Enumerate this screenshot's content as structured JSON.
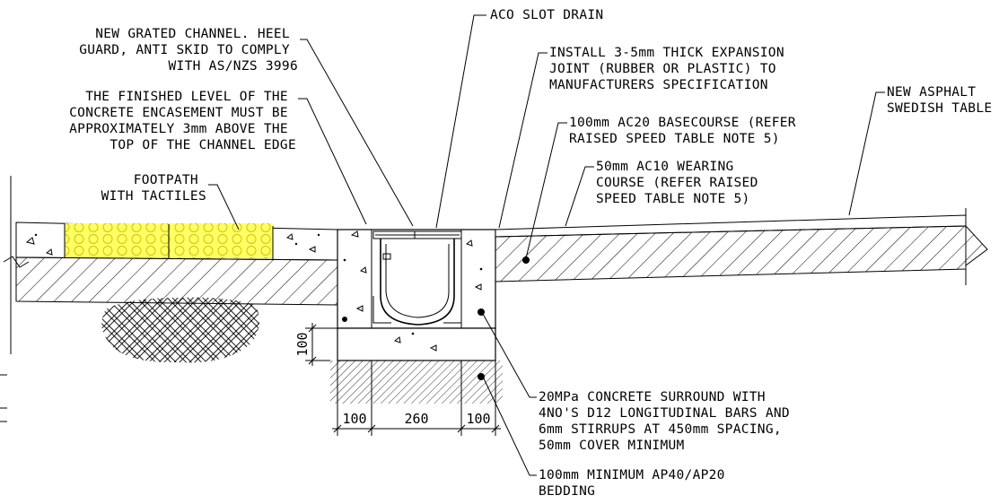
{
  "labels": {
    "grated_channel": [
      "NEW GRATED CHANNEL. HEEL",
      "GUARD, ANTI SKID TO COMPLY",
      "WITH AS/NZS 3996"
    ],
    "finished_level": [
      "THE FINISHED LEVEL OF THE",
      "CONCRETE ENCASEMENT MUST BE",
      "APPROXIMATELY 3mm ABOVE THE",
      "TOP OF THE CHANNEL EDGE"
    ],
    "footpath": [
      "FOOTPATH",
      "WITH TACTILES"
    ],
    "aco_slot_drain": [
      "ACO SLOT DRAIN"
    ],
    "expansion_joint": [
      "INSTALL 3-5mm THICK EXPANSION",
      "JOINT (RUBBER OR PLASTIC) TO",
      "MANUFACTURERS SPECIFICATION"
    ],
    "basecourse": [
      "100mm AC20 BASECOURSE (REFER",
      "RAISED SPEED TABLE NOTE 5)"
    ],
    "wearing_course": [
      "50mm AC10 WEARING",
      "COURSE (REFER RAISED",
      "SPEED TABLE NOTE 5)"
    ],
    "asphalt_table": [
      "NEW ASPHALT",
      "SWEDISH TABLE"
    ],
    "concrete_surround": [
      "20MPa CONCRETE SURROUND WITH",
      "4NO'S D12 LONGITUDINAL BARS AND",
      "6mm STIRRUPS AT 450mm SPACING,",
      "50mm COVER MINIMUM"
    ],
    "bedding": [
      "100mm MINIMUM AP40/AP20",
      "BEDDING"
    ]
  },
  "dimensions": {
    "left_wall": "100",
    "channel_width": "260",
    "right_wall": "100",
    "bedding_depth": "100"
  },
  "colors": {
    "tactile_fill": "#ffff66",
    "tactile_ring": "#d4c400",
    "line": "#000000"
  }
}
